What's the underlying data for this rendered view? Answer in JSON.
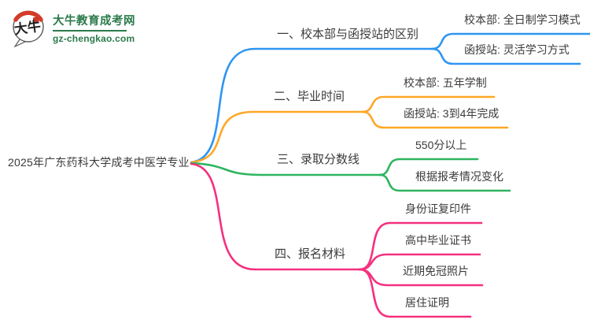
{
  "colors": {
    "brand_green": "#2B7A4B",
    "brand_red": "#D23C2A",
    "text": "#3B3B3B",
    "branch_blue": "#2E95F2",
    "branch_orange": "#FFA726",
    "branch_green": "#2FB45F",
    "branch_pink": "#F5307E"
  },
  "logo": {
    "badge_text": "大牛",
    "title": "大牛教育成考网",
    "domain": "gz-chengkao.com"
  },
  "mindmap": {
    "root": "2025年广东药科大学成考中医学专业",
    "branches": [
      {
        "label": "一、校本部与函授站的区别",
        "color": "#2E95F2",
        "children": [
          "校本部: 全日制学习模式",
          "函授站: 灵活学习方式"
        ]
      },
      {
        "label": "二、毕业时间",
        "color": "#FFA726",
        "children": [
          "校本部: 五年学制",
          "函授站: 3到4年完成"
        ]
      },
      {
        "label": "三、录取分数线",
        "color": "#2FB45F",
        "children": [
          "550分以上",
          "根据报考情况变化"
        ]
      },
      {
        "label": "四、报名材料",
        "color": "#F5307E",
        "children": [
          "身份证复印件",
          "高中毕业证书",
          "近期免冠照片",
          "居住证明"
        ]
      }
    ]
  }
}
